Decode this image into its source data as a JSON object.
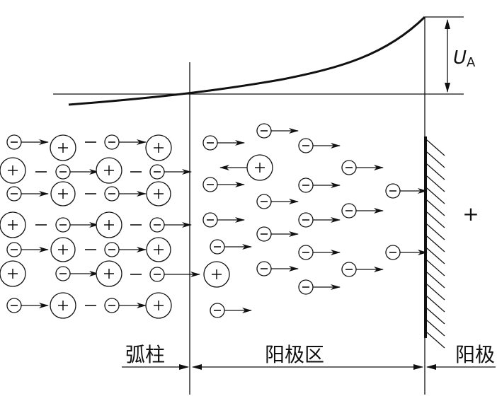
{
  "labels": {
    "voltage_symbol": "U",
    "voltage_subscript": "A",
    "anode_polarity": "+",
    "arc_column": "弧柱",
    "anode_region": "阳极区",
    "anode": "阳极"
  },
  "particles": {
    "ion_symbol": "+",
    "electron_symbol": "−"
  },
  "colors": {
    "ink": "#111111",
    "background": "#ffffff"
  }
}
